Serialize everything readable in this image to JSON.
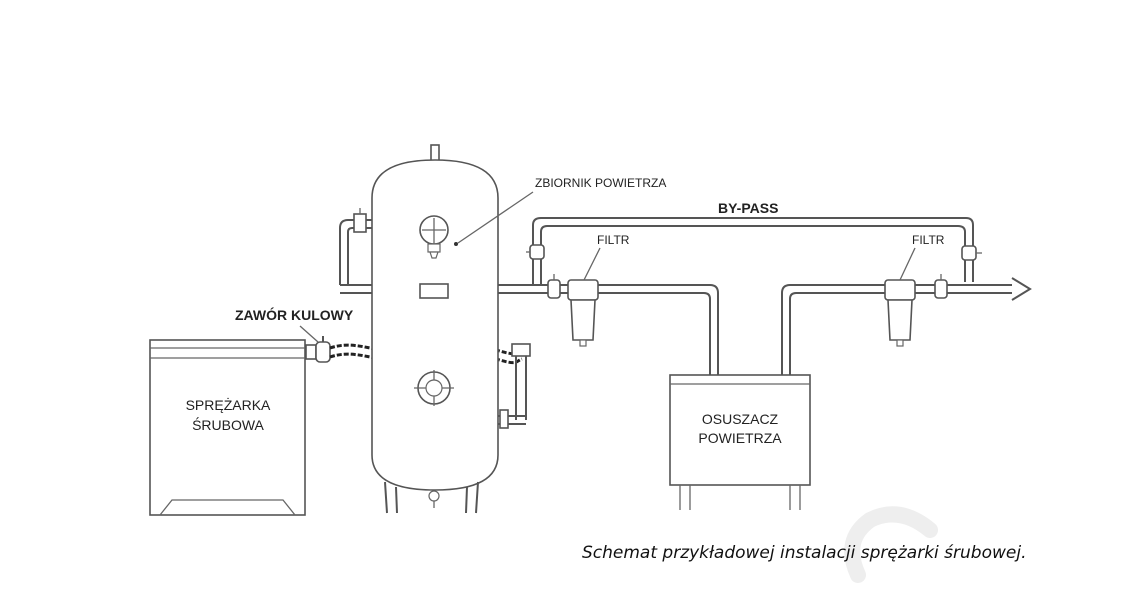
{
  "labels": {
    "tank": "ZBIORNIK POWIETRZA",
    "bypass": "BY-PASS",
    "filter_left": "FILTR",
    "filter_right": "FILTR",
    "ball_valve": "ZAWÓR KULOWY",
    "compressor_line1": "SPRĘŻARKA",
    "compressor_line2": "ŚRUBOWA",
    "dryer_line1": "OSUSZACZ",
    "dryer_line2": "POWIETRZA"
  },
  "caption": "Schemat przykładowej instalacji sprężarki śrubowej."
}
